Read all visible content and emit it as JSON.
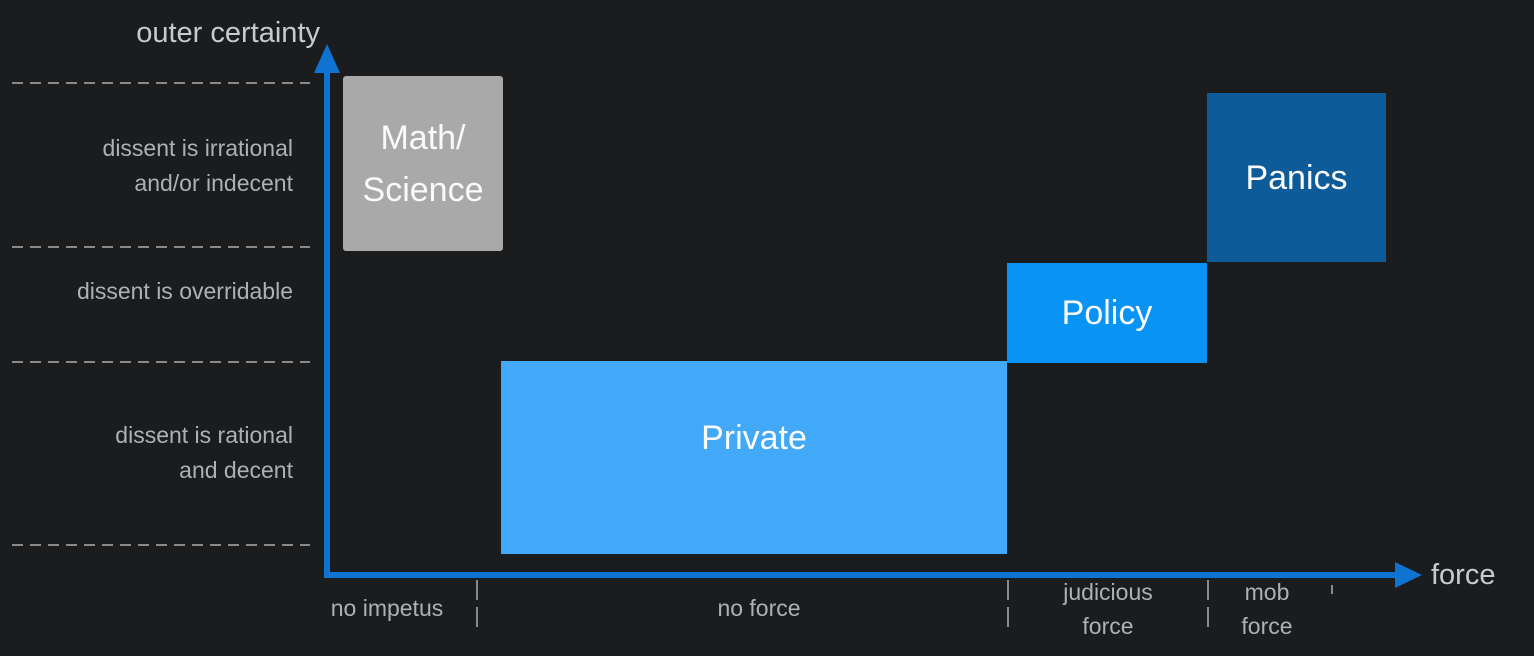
{
  "axes": {
    "y_title": "outer certainty",
    "x_title": "force",
    "axis_color": "#1073d2"
  },
  "colors": {
    "background": "#1b1c1e",
    "gridline_dash": "#8a8a8a",
    "zone_label_text": "#aeb1b3",
    "axis_title_text": "#c8cacb",
    "box_label_text": "#fafafa",
    "box_math_science": "#a9a9a9",
    "box_private": "#41a9f7",
    "box_policy": "#0994f3",
    "box_panics": "#0d5c99"
  },
  "y_zones": [
    {
      "lines": [
        "dissent is irrational",
        "and/or indecent"
      ]
    },
    {
      "lines": [
        "dissent is overridable"
      ]
    },
    {
      "lines": [
        "dissent is rational",
        "and decent"
      ]
    }
  ],
  "x_zones": [
    {
      "lines": [
        "no impetus"
      ]
    },
    {
      "lines": [
        "no force"
      ]
    },
    {
      "lines": [
        "judicious",
        "force"
      ]
    },
    {
      "lines": [
        "mob",
        "force"
      ]
    }
  ],
  "boxes": [
    {
      "name": "Math/Science",
      "lines": [
        "Math/",
        "Science"
      ],
      "color": "#a9a9a9"
    },
    {
      "name": "Private",
      "lines": [
        "Private"
      ],
      "color": "#41a9f7"
    },
    {
      "name": "Policy",
      "lines": [
        "Policy"
      ],
      "color": "#0994f3"
    },
    {
      "name": "Panics",
      "lines": [
        "Panics"
      ],
      "color": "#0d5c99"
    }
  ],
  "chart_data": {
    "type": "zone-diagram",
    "x_axis": {
      "title": "force",
      "zones": [
        "no impetus",
        "no force",
        "judicious force",
        "mob force"
      ]
    },
    "y_axis": {
      "title": "outer certainty",
      "zones_bottom_to_top": [
        "dissent is rational and decent",
        "dissent is overridable",
        "dissent is irrational and/or indecent"
      ]
    },
    "items": [
      {
        "label": "Math/Science",
        "x_zone": "no impetus",
        "y_zone": "dissent is irrational and/or indecent"
      },
      {
        "label": "Private",
        "x_zone": "no force",
        "y_zone": "dissent is rational and decent"
      },
      {
        "label": "Policy",
        "x_zone": "judicious force",
        "y_zone": "dissent is overridable"
      },
      {
        "label": "Panics",
        "x_zone": "mob force",
        "y_zone": "dissent is irrational and/or indecent"
      }
    ],
    "grid": "dashed zone separators only",
    "legend": "none"
  }
}
